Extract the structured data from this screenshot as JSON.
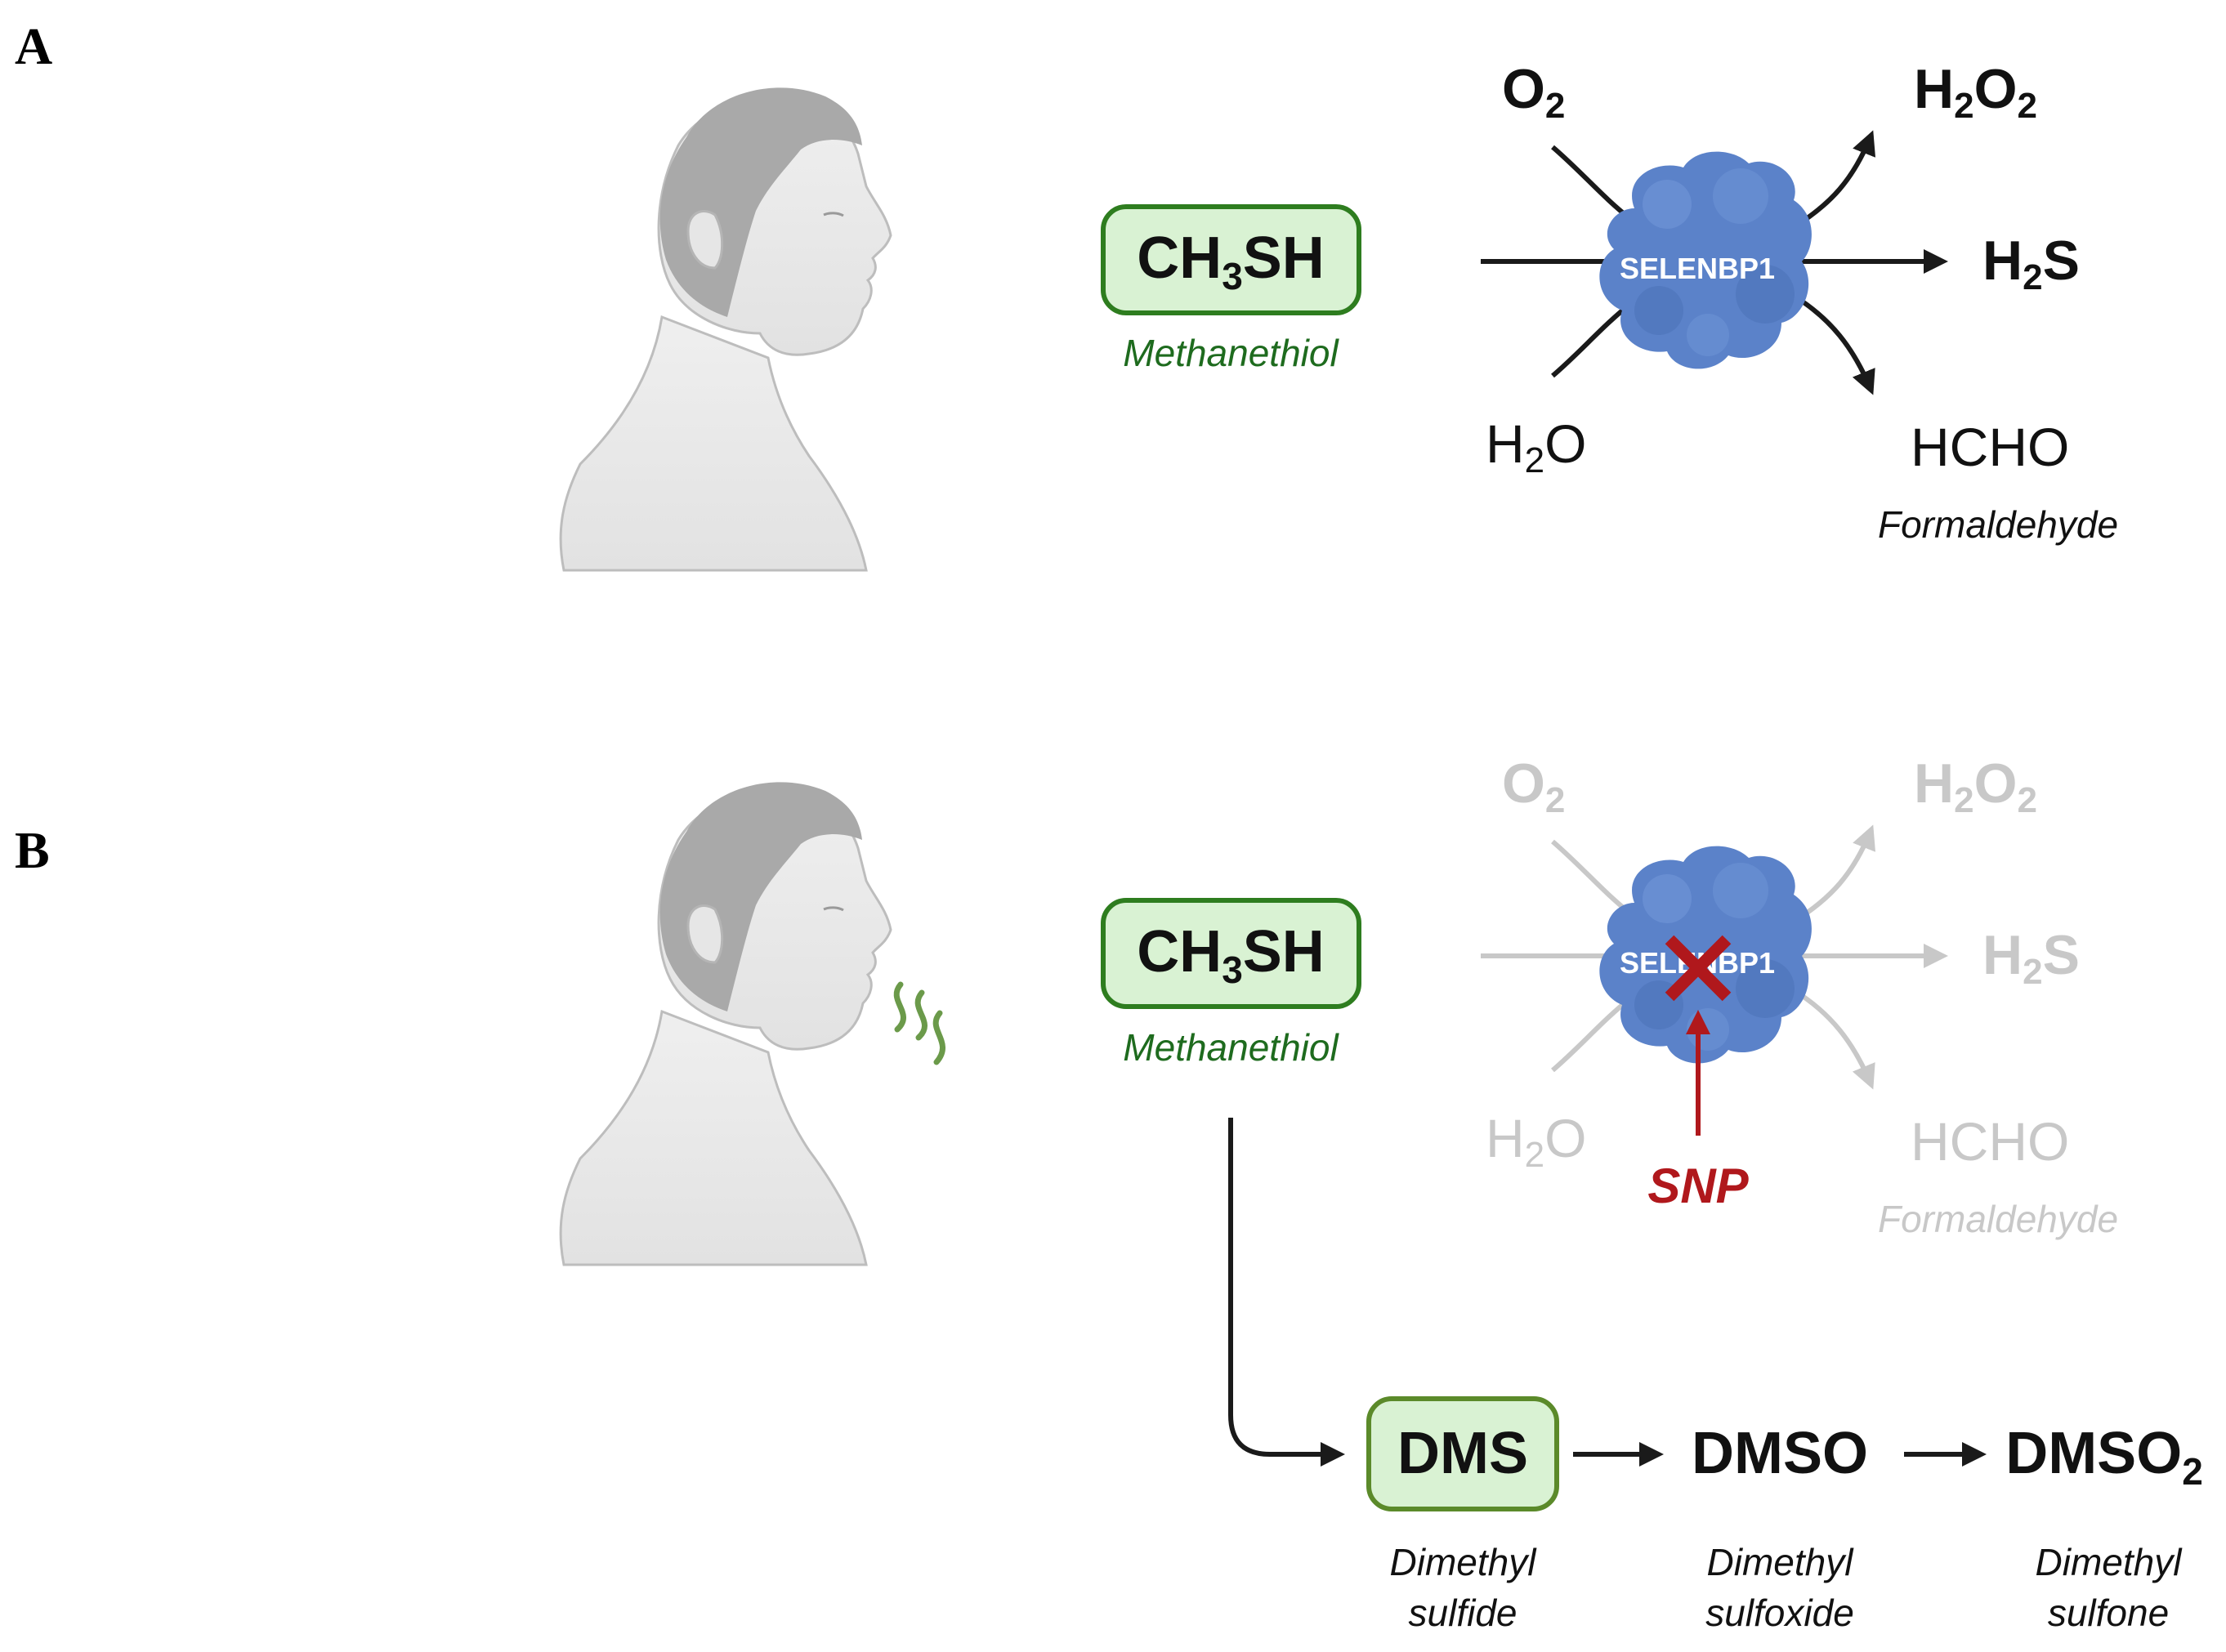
{
  "panels": {
    "a": {
      "label": "A",
      "substrate": {
        "formula_main": "CH",
        "formula_sub": "3",
        "formula_tail": "SH",
        "name": "Methanethiol"
      },
      "enzyme": "SELENBP1",
      "reactants": {
        "o2": {
          "main": "O",
          "sub": "2"
        },
        "h2o": {
          "main": "H",
          "sub": "2",
          "tail": "O"
        }
      },
      "products": {
        "h2o2": {
          "main": "H",
          "sub": "2",
          "mid": "O",
          "sub2": "2"
        },
        "h2s": {
          "main": "H",
          "sub": "2",
          "tail": "S"
        },
        "hcho": {
          "text": "HCHO",
          "name": "Formaldehyde"
        }
      }
    },
    "b": {
      "label": "B",
      "substrate": {
        "formula_main": "CH",
        "formula_sub": "3",
        "formula_tail": "SH",
        "name": "Methanethiol"
      },
      "enzyme": "SELENBP1",
      "reactants": {
        "o2": {
          "main": "O",
          "sub": "2"
        },
        "h2o": {
          "main": "H",
          "sub": "2",
          "tail": "O"
        }
      },
      "products": {
        "h2o2": {
          "main": "H",
          "sub": "2",
          "mid": "O",
          "sub2": "2"
        },
        "h2s": {
          "main": "H",
          "sub": "2",
          "tail": "S"
        },
        "hcho": {
          "text": "HCHO",
          "name": "Formaldehyde"
        }
      },
      "inhibitor": "SNP",
      "pathway": [
        {
          "formula": "DMS",
          "name_line1": "Dimethyl",
          "name_line2": "sulfide"
        },
        {
          "formula": "DMSO",
          "name_line1": "Dimethyl",
          "name_line2": "sulfoxide"
        },
        {
          "formula": "DMSO",
          "formula_sub": "2",
          "name_line1": "Dimethyl",
          "name_line2": "sulfone"
        }
      ]
    }
  },
  "colors": {
    "green_text": "#1e6b1e",
    "green_box_fill": "#d9f2d3",
    "green_box_stroke": "#2e7d1f",
    "enzyme_blue": "#5b82c9",
    "inhibitor_red": "#b0181c",
    "faded_gray": "#c8c8c8",
    "odor_green": "#6b9a4a"
  },
  "icons": {
    "head_profile": "human-head-silhouette",
    "odor": "odor-waves-icon",
    "enzyme": "protein-blob-icon",
    "cross": "cross-mark-icon"
  }
}
